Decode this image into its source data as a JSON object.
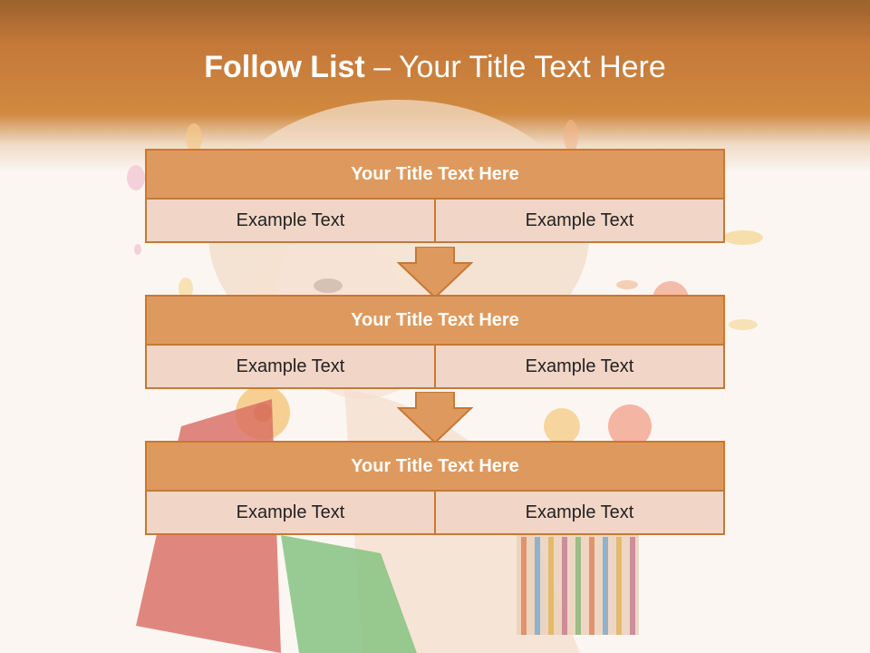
{
  "slide": {
    "title_bold": "Follow List",
    "title_rest": "  – Your Title Text Here"
  },
  "blocks": [
    {
      "title": "Your Title Text Here",
      "cells": [
        "Example Text",
        "Example Text"
      ]
    },
    {
      "title": "Your Title Text Here",
      "cells": [
        "Example Text",
        "Example Text"
      ]
    },
    {
      "title": "Your Title Text Here",
      "cells": [
        "Example Text",
        "Example Text"
      ]
    }
  ],
  "colors": {
    "header": "#c5793a",
    "block_title": "#de9a5e",
    "block_cell": "#f1d5c6",
    "border": "#c87833"
  },
  "background_image": "woman-with-shopping-bags-and-flowers"
}
